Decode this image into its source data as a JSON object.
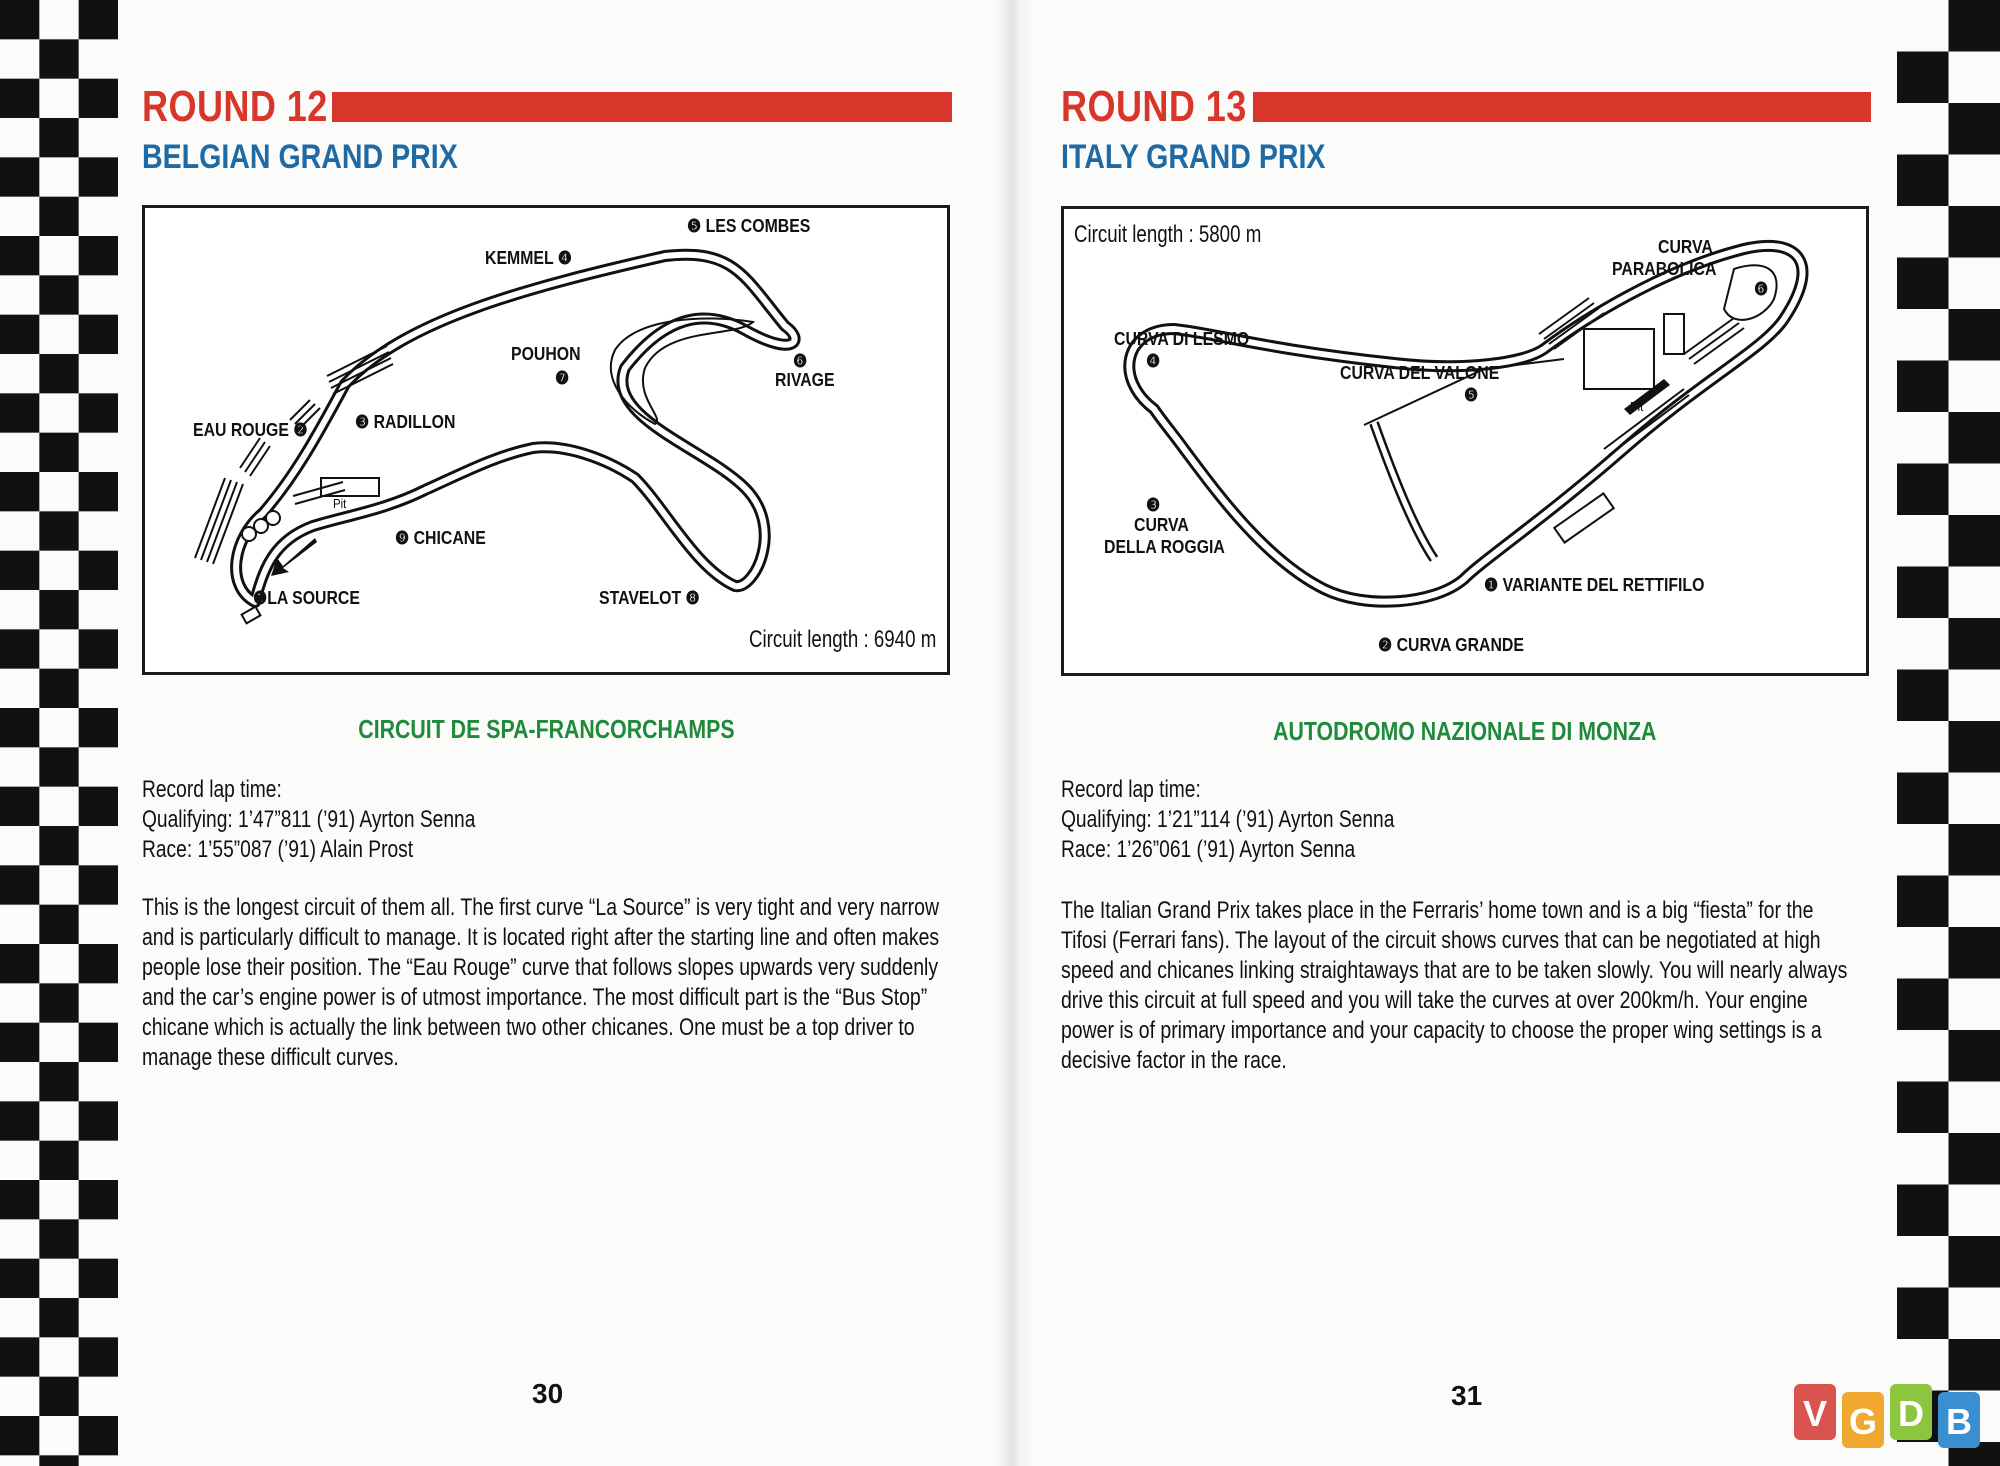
{
  "left_page": {
    "round": "ROUND 12",
    "grand_prix": "BELGIAN GRAND PRIX",
    "map_labels": {
      "les_combes": "❺ LES COMBES",
      "kemmel": "KEMMEL ❹",
      "pouhon": "POUHON",
      "pouhon_num": "❼",
      "rivage_num": "❻",
      "rivage": "RIVAGE",
      "eau_rouge": "EAU ROUGE ❷",
      "radillon": "❸ RADILLON",
      "pit": "Pit",
      "chicane": "❾ CHICANE",
      "la_source": "❶LA SOURCE",
      "stavelot": "STAVELOT ❽"
    },
    "circuit_length": "Circuit length :  6940 m",
    "circuit_name": "CIRCUIT DE SPA-FRANCORCHAMPS",
    "records": [
      "Record lap time:",
      "Qualifying: 1’47”811 (’91) Ayrton Senna",
      "Race:  1’55”087 (’91) Alain Prost"
    ],
    "description": "This is the longest circuit of them all.  The first curve “La Source” is very tight and very  narrow and is particularly difficult to manage.  It is located right after the starting line and often makes people lose their position.  The “Eau Rouge” curve that follows slopes upwards very suddenly and the car’s engine power is of  utmost importance.  The most difficult part is the “Bus Stop” chicane which is actually the link between two other chicanes.  One must be a top driver to manage these difficult curves.",
    "page_number": "30"
  },
  "right_page": {
    "round": "ROUND 13",
    "grand_prix": "ITALY GRAND PRIX",
    "circuit_length": "Circuit length :  5800 m",
    "map_labels": {
      "parabolica_1": "CURVA",
      "parabolica_2": "PARABOLICA",
      "parabolica_num": "❻",
      "lesmo": "CURVA DI LESMO",
      "lesmo_num": "❹",
      "valone": "CURVA DEL VALONE",
      "valone_num": "❺",
      "pit": "Pit",
      "roggia_num": "❸",
      "roggia_1": "CURVA",
      "roggia_2": "DELLA ROGGIA",
      "rettifilo": "❶  VARIANTE DEL RETTIFILO",
      "grande": "❷  CURVA GRANDE"
    },
    "circuit_name": "AUTODROMO NAZIONALE DI MONZA",
    "records": [
      "Record lap time:",
      "Qualifying: 1’21”114 (’91) Ayrton Senna",
      "Race:  1’26”061 (’91) Ayrton Senna"
    ],
    "description": " The Italian Grand Prix takes place in the Ferraris’ home town and is a big “fiesta” for the Tifosi (Ferrari fans).  The layout of the circuit shows curves that can be negotiated at high speed and chicanes linking straightaways that are to be taken slowly.  You will nearly always drive this circuit at full speed and you will take the curves at over 200km/h.  Your engine power is of primary importance and your capacity to choose the proper wing settings is a decisive factor in the race.",
    "page_number": "31"
  },
  "watermark": {
    "letters": [
      "V",
      "G",
      "D",
      "B"
    ],
    "colors": [
      "#d9534f",
      "#f0a830",
      "#8cc63f",
      "#3a8fd1"
    ]
  },
  "colors": {
    "round_red": "#d8362a",
    "gp_blue": "#1e6aa5",
    "circuit_green": "#1f8a3b"
  }
}
